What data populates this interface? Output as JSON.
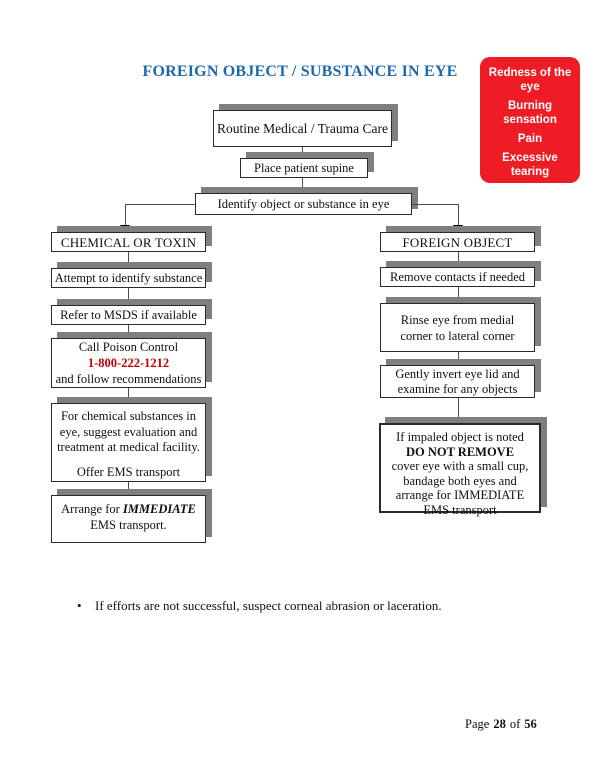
{
  "title": "FOREIGN OBJECT / SUBSTANCE IN EYE",
  "colors": {
    "title_blue": "#1a6aad",
    "alert_red": "#ee1c25",
    "phone_red": "#c00000",
    "shadow_gray": "#7f7f7f"
  },
  "symptoms": {
    "lines": [
      "Redness of the eye",
      "Burning sensation",
      "Pain",
      "Excessive tearing"
    ]
  },
  "flow": {
    "routine": "Routine Medical / Trauma Care",
    "supine": "Place patient supine",
    "identify": "Identify object or substance in eye",
    "left": {
      "header": "CHEMICAL OR TOXIN",
      "attempt": "Attempt to identify substance",
      "msds": "Refer to MSDS if available",
      "poison_line1": "Call Poison Control",
      "poison_phone": "1-800-222-1212",
      "poison_line3": "and follow recommendations",
      "chemical_para1": "For chemical substances in eye, suggest evaluation and treatment at medical facility.",
      "chemical_para2": "Offer EMS transport",
      "arrange_prefix": "Arrange for ",
      "arrange_emphasis": "IMMEDIATE",
      "arrange_line2": "EMS transport."
    },
    "right": {
      "header": "FOREIGN OBJECT",
      "contacts": "Remove contacts if needed",
      "rinse": "Rinse eye from medial corner to lateral corner",
      "invert": "Gently invert eye lid and examine for any objects",
      "impaled_line1": "If impaled object is noted",
      "impaled_warning": "DO NOT REMOVE",
      "impaled_rest": "cover eye with a small cup, bandage both eyes and arrange for IMMEDIATE EMS transport"
    }
  },
  "note": {
    "bullet": "•",
    "text": "If efforts are not successful, suspect corneal abrasion or laceration."
  },
  "footer": {
    "page_label": "Page",
    "page_number": "28",
    "of_label": "of",
    "total_pages": "56"
  }
}
